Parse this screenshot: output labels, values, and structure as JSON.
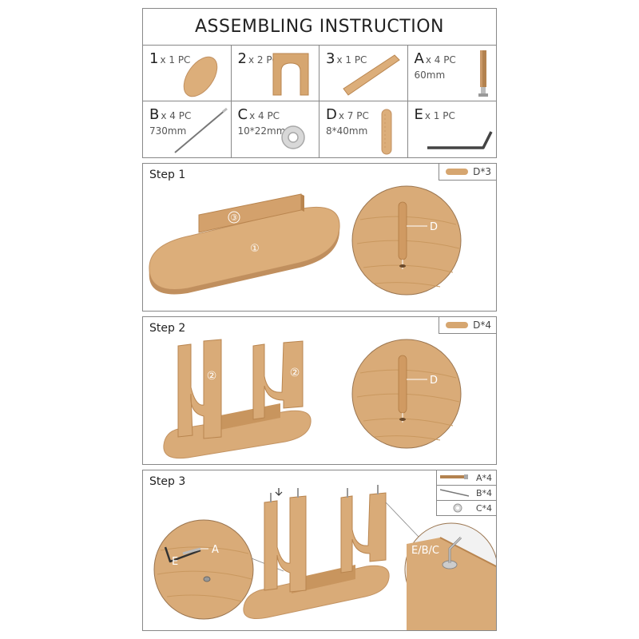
{
  "header": {
    "title": "ASSEMBLING INSTRUCTION"
  },
  "parts": [
    {
      "id": "1",
      "qty": "x 1 PC",
      "dim": ""
    },
    {
      "id": "2",
      "qty": "x 2 PC",
      "dim": ""
    },
    {
      "id": "3",
      "qty": "x 1 PC",
      "dim": ""
    },
    {
      "id": "A",
      "qty": "x 4 PC",
      "dim": "60mm"
    },
    {
      "id": "B",
      "qty": "x 4 PC",
      "dim": "730mm"
    },
    {
      "id": "C",
      "qty": "x 4 PC",
      "dim": "10*22mm"
    },
    {
      "id": "D",
      "qty": "x 7 PC",
      "dim": "8*40mm"
    },
    {
      "id": "E",
      "qty": "x 1 PC",
      "dim": ""
    }
  ],
  "step1": {
    "label": "Step 1",
    "legend": "D*3",
    "board_marker": "③",
    "top_marker": "①",
    "callout": "D"
  },
  "step2": {
    "label": "Step 2",
    "legend": "D*4",
    "leg_marker_left": "②",
    "leg_marker_right": "②",
    "callout": "D"
  },
  "step3": {
    "label": "Step 3",
    "legend": [
      "A*4",
      "B*4",
      "C*4"
    ],
    "left_callout_e": "E",
    "left_callout_a": "A",
    "right_callout": "E/B/C"
  },
  "colors": {
    "wood": "#d9ab78",
    "wood_dark": "#b9854f",
    "wood_light": "#e6c196",
    "line": "#888888"
  }
}
